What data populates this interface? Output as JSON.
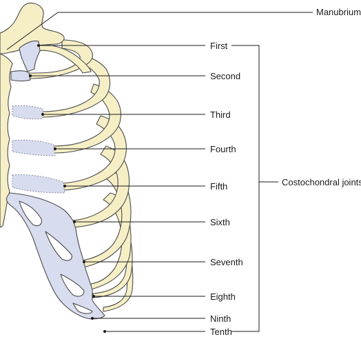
{
  "labels": {
    "manubrium": "Manubrium",
    "group": "Costochondral joints",
    "ribs": [
      "First",
      "Second",
      "Third",
      "Fourth",
      "Fifth",
      "Sixth",
      "Seventh",
      "Eighth",
      "Ninth",
      "Tenth"
    ]
  },
  "colors": {
    "bone": "#f6efc6",
    "cartilage": "#d7dcee",
    "outline": "#4a4a4a",
    "line": "#1a1a1a"
  }
}
